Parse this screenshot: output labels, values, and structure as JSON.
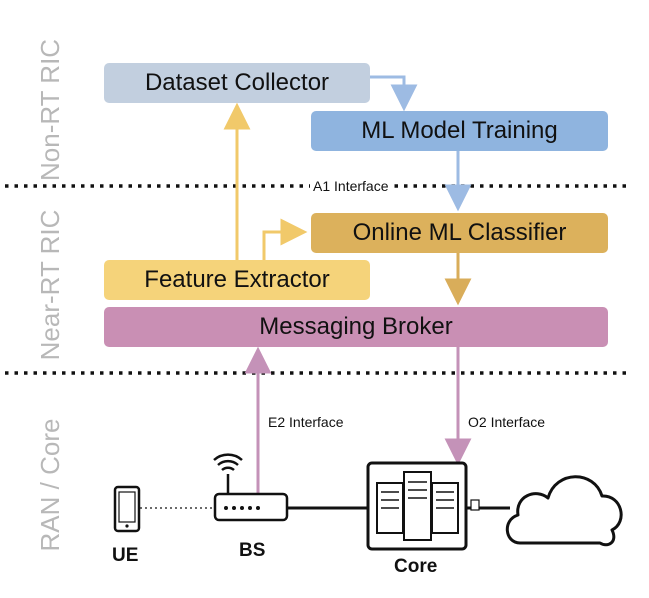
{
  "layers": {
    "non_rt": "Non-RT RIC",
    "near_rt": "Near-RT RIC",
    "ran_core": "RAN / Core"
  },
  "boxes": {
    "dataset_collector": "Dataset Collector",
    "ml_model_training": "ML Model Training",
    "online_ml_classifier": "Online ML Classifier",
    "feature_extractor": "Feature Extractor",
    "messaging_broker": "Messaging Broker"
  },
  "interfaces": {
    "a1": "A1 Interface",
    "e2": "E2 Interface",
    "o2": "O2 Interface"
  },
  "nodes": {
    "ue": "UE",
    "bs": "BS",
    "core": "Core"
  },
  "colors": {
    "dataset_collector": "#c2cfdf",
    "ml_model_training": "#8fb4df",
    "online_ml_classifier": "#dcb15c",
    "feature_extractor": "#f5d37a",
    "messaging_broker": "#c98fb4",
    "layer_label": "#b8b8b8",
    "arrow_yellow": "#f1c96a",
    "arrow_blue": "#9dbbe3",
    "arrow_gold": "#d9ad5a",
    "arrow_pink": "#c492b8"
  },
  "icons": {
    "ue": "smartphone-icon",
    "bs": "router-icon",
    "core": "server-rack-icon",
    "cloud": "cloud-icon"
  }
}
